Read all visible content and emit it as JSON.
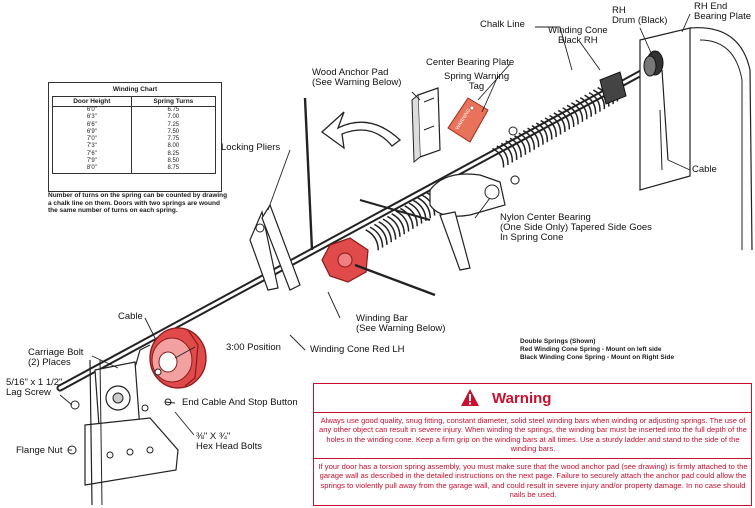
{
  "labels": {
    "chalk_line": "Chalk Line",
    "winding_cone_black": "Winding Cone\nBlack RH",
    "rh_drum": "RH\nDrum (Black)",
    "rh_end_bearing": "RH End\nBearing Plate",
    "center_bearing_plate": "Center Bearing Plate",
    "spring_warning_tag": "Spring Warning\nTag",
    "wood_anchor_pad": "Wood Anchor Pad\n(See Warning Below)",
    "locking_pliers": "Locking Pliers",
    "cable_right": "Cable",
    "nylon_center_bearing": "Nylon Center Bearing\n(One Side Only) Tapered Side Goes\nIn Spring Cone",
    "cable_left": "Cable",
    "winding_bar": "Winding Bar\n(See Warning Below)",
    "three_oclock": "3:00 Position",
    "winding_cone_red": "Winding Cone Red LH",
    "carriage_bolt": "Carriage Bolt\n(2) Places",
    "lag_screw": "5/16\" x 1 1/2\"\nLag Screw",
    "end_cable_stop": "End Cable And Stop Button",
    "hex_head_bolts": "⅜\" X ¾\"\nHex Head Bolts",
    "flange_nut": "Flange Nut"
  },
  "tag_text": "WARNING",
  "winding_chart": {
    "title": "Winding Chart",
    "headers": [
      "Door Height",
      "Spring Turns"
    ],
    "rows": [
      [
        "6'0\"",
        "6.75"
      ],
      [
        "6'3\"",
        "7.00"
      ],
      [
        "6'6\"",
        "7.25"
      ],
      [
        "6'9\"",
        "7.50"
      ],
      [
        "7'0\"",
        "7.75"
      ],
      [
        "7'3\"",
        "8.00"
      ],
      [
        "7'6\"",
        "8.25"
      ],
      [
        "7'9\"",
        "8.50"
      ],
      [
        "8'0\"",
        "8.75"
      ]
    ],
    "note": "Number of turns on the spring can be counted by drawing a chalk line on them. Doors with two springs are wound the same number of turns on each spring."
  },
  "springs_note": {
    "line1": "Double Springs (Shown)",
    "line2": "Red Winding Cone Spring - Mount on left side",
    "line3": "Black Winding Cone Spring - Mount on Right Side"
  },
  "warning": {
    "title": "Warning",
    "paragraph1": "Always use good quality, snug fitting, constant diameter, solid steel winding bars when winding or adjusting springs. The use of any other object can result in severe injury. When winding the springs, the winding bar must be inserted into the full depth of the holes in the winding cone. Keep a firm grip on the winding bars at all times. Use a sturdy ladder and stand to the side of the winding bars.",
    "paragraph2": "If your door has a torsion spring assembly, you must make sure that the wood anchor pad (see drawing) is firmly attached to the garage wall as described in the detailed instructions on the next page. Failure to securely attach the anchor pad could allow the springs to violently pull away from the garage wall, and could result in severe injury and/or property damage. In no case should nails be used."
  },
  "colors": {
    "warning_red": "#c8102e",
    "red_part": "#e04a4a",
    "tag_red": "#e8735a",
    "line": "#222222"
  }
}
